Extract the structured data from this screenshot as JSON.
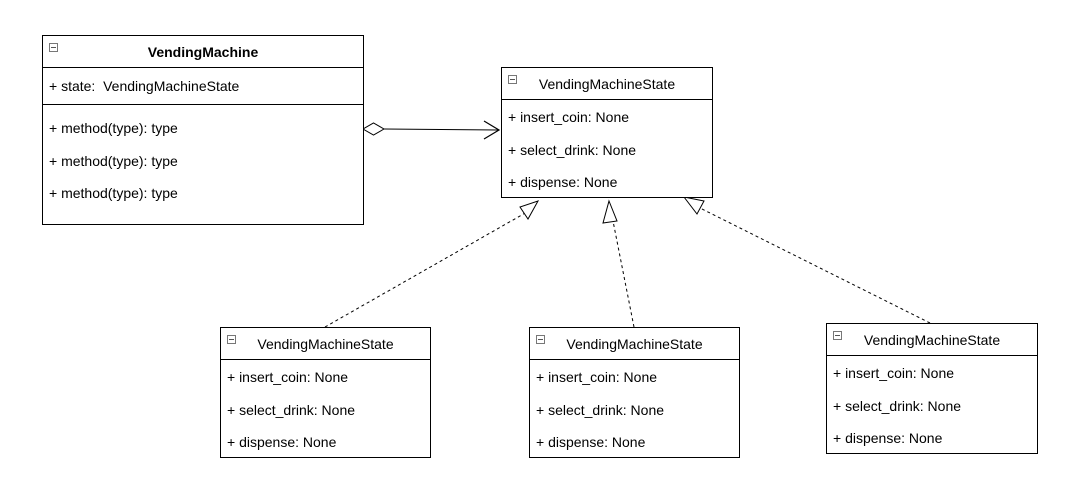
{
  "context_class": {
    "name": "VendingMachine",
    "attributes": [
      "+ state:  VendingMachineState"
    ],
    "methods": [
      "+ method(type): type",
      "+ method(type): type",
      "+ method(type): type"
    ]
  },
  "state_interface": {
    "name": "VendingMachineState",
    "attributes": [
      "+ insert_coin: None",
      "+ select_drink: None",
      "+ dispense: None"
    ]
  },
  "concrete_states": [
    {
      "name": "VendingMachineState",
      "attributes": [
        "+ insert_coin: None",
        "+ select_drink: None",
        "+ dispense: None"
      ]
    },
    {
      "name": "VendingMachineState",
      "attributes": [
        "+ insert_coin: None",
        "+ select_drink: None",
        "+ dispense: None"
      ]
    },
    {
      "name": "VendingMachineState",
      "attributes": [
        "+ insert_coin: None",
        "+ select_drink: None",
        "+ dispense: None"
      ]
    }
  ],
  "relationships": [
    {
      "type": "aggregation",
      "from": "VendingMachine",
      "to": "VendingMachineState"
    },
    {
      "type": "realization",
      "from": "concrete_states.0",
      "to": "VendingMachineState"
    },
    {
      "type": "realization",
      "from": "concrete_states.1",
      "to": "VendingMachineState"
    },
    {
      "type": "realization",
      "from": "concrete_states.2",
      "to": "VendingMachineState"
    }
  ]
}
